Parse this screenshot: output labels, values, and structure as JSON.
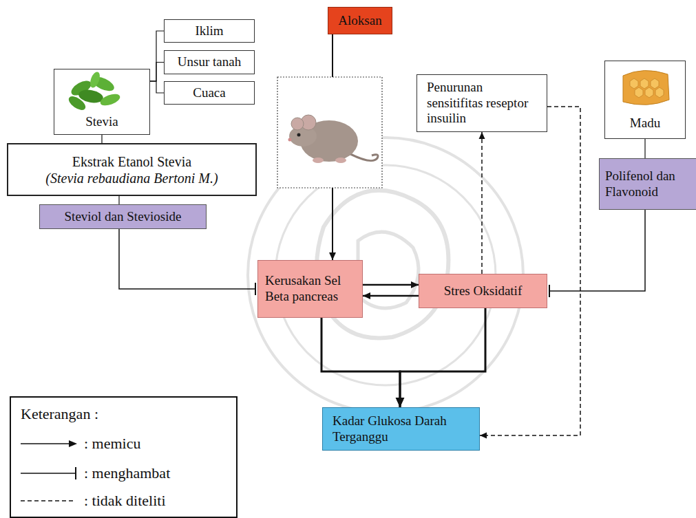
{
  "diagram": {
    "nodes": [
      {
        "text": [
          "Stevia"
        ]
      },
      {
        "text": [
          "Iklim"
        ]
      },
      {
        "text": [
          "Unsur tanah"
        ]
      },
      {
        "text": [
          "Cuaca"
        ]
      },
      {
        "text": [
          "Aloksan"
        ]
      },
      {
        "text": [
          "Penurunan sensitifitas reseptor insuilin"
        ]
      },
      {
        "text": [
          "Madu"
        ]
      },
      {
        "text": [
          "Ekstrak Etanol Stevia",
          "(Stevia rebaudiana Bertoni M.)"
        ]
      },
      {
        "text": [
          "Polifenol dan Flavonoid"
        ]
      },
      {
        "text": [
          "Steviol dan Stevioside"
        ]
      },
      {
        "text": [
          "Kerusakan Sel Beta pancreas"
        ]
      },
      {
        "text": [
          "Stres Oksidatif"
        ]
      },
      {
        "text": [
          "Kadar Glukosa Darah Terganggu"
        ]
      }
    ],
    "edges": [
      {
        "from": 0,
        "to": 1,
        "arrow": "none"
      },
      {
        "from": 0,
        "to": 2,
        "arrow": "none"
      },
      {
        "from": 0,
        "to": 3,
        "arrow": "none"
      },
      {
        "from": 0,
        "to": 7,
        "arrow": "none"
      },
      {
        "from": 7,
        "to": 9,
        "arrow": "none"
      },
      {
        "from": 6,
        "to": 8,
        "arrow": "none"
      },
      {
        "from": 4,
        "to": 10,
        "arrow": "to"
      },
      {
        "from": 9,
        "to": 10,
        "arrow": "to"
      },
      {
        "from": 10,
        "to": 11,
        "arrow": "to"
      },
      {
        "from": 11,
        "to": 10,
        "arrow": "to"
      },
      {
        "from": 8,
        "to": 11,
        "arrow": "to"
      },
      {
        "from": 11,
        "to": 5,
        "arrow": "to"
      },
      {
        "from": 5,
        "to": 12,
        "arrow": "to"
      },
      {
        "from": 10,
        "to": 12,
        "arrow": "to"
      },
      {
        "from": 11,
        "to": 12,
        "arrow": "to"
      }
    ],
    "labels": [
      "Keterangan :"
    ],
    "legend": [
      {
        "text": ": memicu"
      },
      {
        "text": ": menghambat"
      },
      {
        "text": ": tidak diteliti"
      }
    ]
  }
}
